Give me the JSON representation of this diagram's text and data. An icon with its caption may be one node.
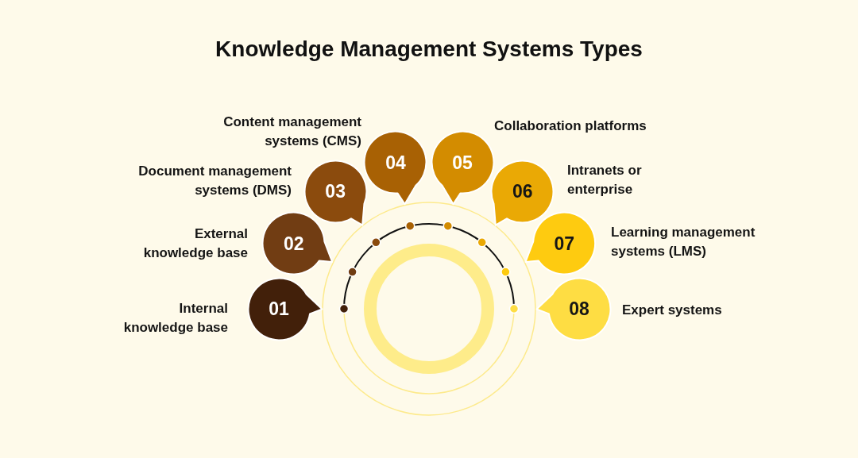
{
  "diagram": {
    "title": "Knowledge Management Systems Types",
    "nodes": [
      {
        "text": [
          "01"
        ],
        "beside": [
          "Internal knowledge base"
        ]
      },
      {
        "text": [
          "02"
        ],
        "beside": [
          "External knowledge base"
        ]
      },
      {
        "text": [
          "03"
        ],
        "beside": [
          "Document management systems (DMS)"
        ]
      },
      {
        "text": [
          "04"
        ],
        "beside": [
          "Content management systems (CMS)"
        ]
      },
      {
        "text": [
          "05"
        ],
        "beside": [
          "Collaboration platforms"
        ]
      },
      {
        "text": [
          "06"
        ],
        "beside": [
          "Intranets or enterprise"
        ]
      },
      {
        "text": [
          "07"
        ],
        "beside": [
          "Learning management systems (LMS)"
        ]
      },
      {
        "text": [
          "08"
        ],
        "beside": [
          "Expert systems"
        ]
      }
    ]
  }
}
